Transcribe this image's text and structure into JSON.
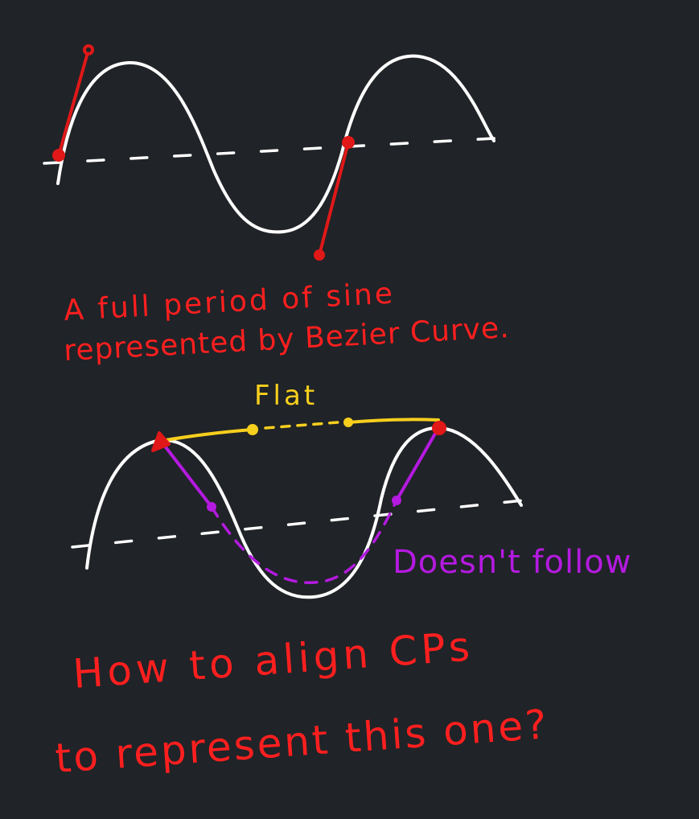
{
  "colors": {
    "background": "#202327",
    "curve": "#ffffff",
    "axis": "#ffffff",
    "annotation_red": "#ff1f1f",
    "handle_red": "#e01818",
    "flat_yellow": "#f7cf1d",
    "follow_purple": "#b41ae0"
  },
  "caption_top": {
    "line1": "A full period of sine",
    "line2": "represented by Bezier Curve."
  },
  "flat_label": "Flat",
  "doesnt_follow_label": "Doesn't follow",
  "question": {
    "line1": "How to align CPs",
    "line2": "to represent this one?"
  }
}
